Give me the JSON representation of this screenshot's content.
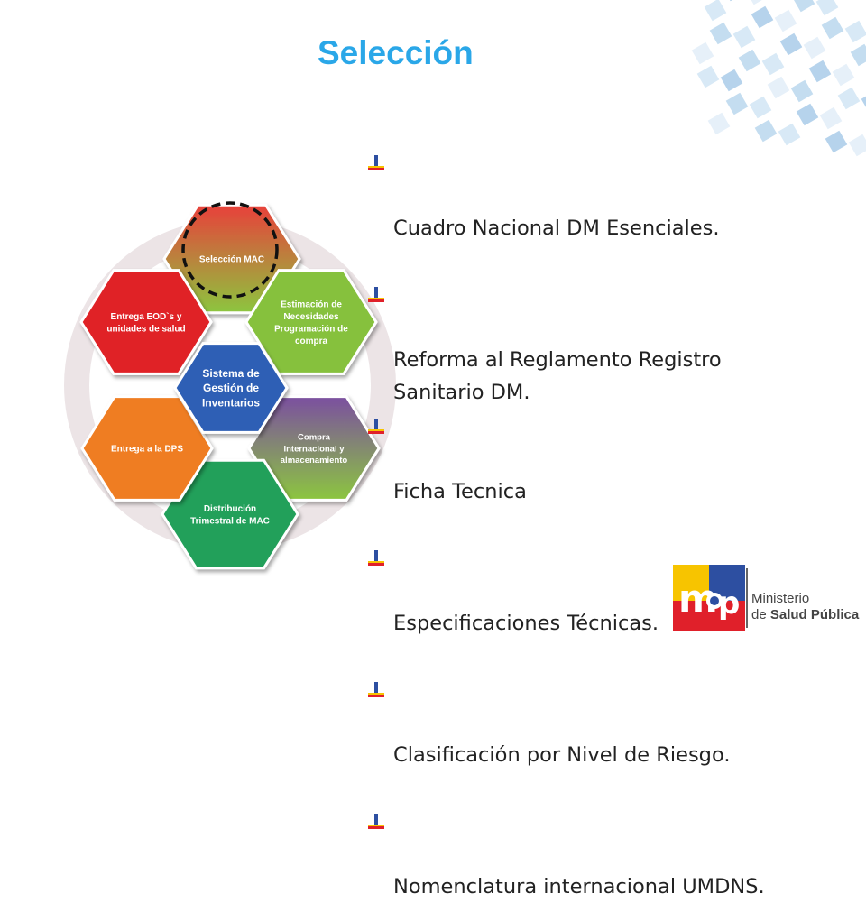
{
  "title": "Selección",
  "bullets": [
    "Cuadro Nacional DM Esenciales.",
    "Reforma al Reglamento Registro\nSanitario DM.",
    "Ficha Tecnica",
    "Especificaciones Técnicas.",
    "Clasificación por Nivel de Riesgo.",
    "Nomenclatura internacional UMDNS."
  ],
  "diagram": {
    "center": {
      "lines": [
        "Sistema de",
        "Gestión de",
        "Inventarios"
      ],
      "color": "#2f5fb5"
    },
    "nodes": [
      {
        "id": "seleccion",
        "lines": [
          "Selección MAC"
        ],
        "color_top": "#e8403a",
        "color_bottom": "#8cc63f",
        "highlighted": true
      },
      {
        "id": "estimacion",
        "lines": [
          "Estimación de",
          "Necesidades",
          "Programación de",
          "compra"
        ],
        "color": "#86c13d"
      },
      {
        "id": "compra",
        "lines": [
          "Compra",
          "Internacional y",
          "almacenamiento"
        ],
        "color_top": "#7b4fa0",
        "color_bottom": "#8cc63f"
      },
      {
        "id": "distribucion",
        "lines": [
          "Distribución",
          "Trimestral de MAC"
        ],
        "color": "#21a05a"
      },
      {
        "id": "entrega-dps",
        "lines": [
          "Entrega a la DPS"
        ],
        "color": "#ef7d22"
      },
      {
        "id": "entrega-eod",
        "lines": [
          "Entrega  EOD`s y",
          "unidades de salud"
        ],
        "color": "#e02127"
      }
    ]
  },
  "logo": {
    "mark": "msp",
    "line1": "Ministerio",
    "line2_prefix": "de ",
    "line2_bold": "Salud Pública",
    "colors": [
      "#f7c400",
      "#2d4fa1",
      "#e0202a"
    ]
  }
}
